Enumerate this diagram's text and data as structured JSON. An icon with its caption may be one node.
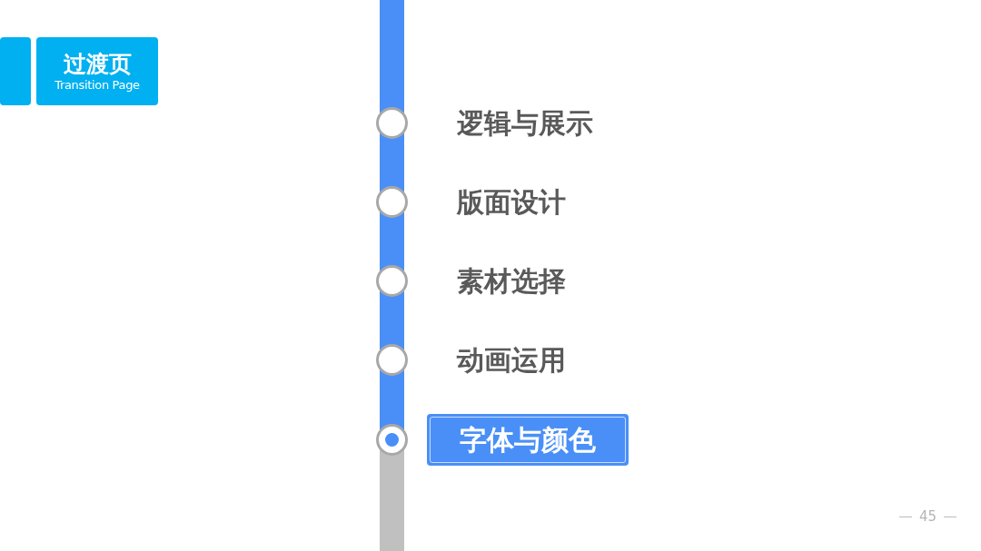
{
  "diagram": {
    "nodes": [
      {
        "text": [],
        "shape": "box"
      },
      {
        "text": [
          "过渡页",
          "Transition Page"
        ]
      },
      {
        "text": [],
        "shape": "circle"
      },
      {
        "text": [],
        "shape": "circle"
      },
      {
        "text": [],
        "shape": "circle"
      },
      {
        "text": [],
        "shape": "circle"
      },
      {
        "text": [],
        "shape": "circle"
      },
      {
        "text": [
          "字体与颜色"
        ]
      }
    ],
    "labels": [
      "逻辑与展示",
      "版面设计",
      "素材选择",
      "动画运用",
      "45"
    ]
  }
}
